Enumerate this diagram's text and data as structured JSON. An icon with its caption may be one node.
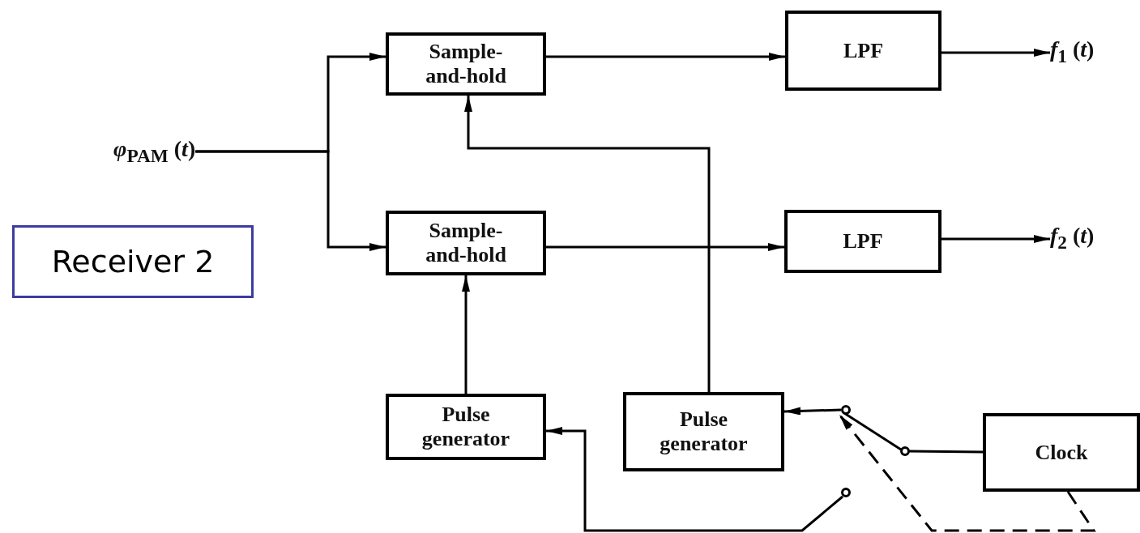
{
  "diagram": {
    "nodes": [
      {
        "text": [
          "*φ*$_{PAM}$ (*t*)"
        ]
      },
      {
        "text": [
          "Sample- and-hold"
        ]
      },
      {
        "text": [
          "LPF"
        ]
      },
      {
        "text": [
          "*f*$_{1}$ (*t*)"
        ]
      },
      {
        "text": [
          "Sample- and-hold"
        ]
      },
      {
        "text": [
          "LPF"
        ]
      },
      {
        "text": [
          "*f*$_{2}$ (*t*)"
        ]
      },
      {
        "text": [
          "Pulse generator"
        ]
      },
      {
        "text": [
          "Pulse generator"
        ]
      },
      {
        "text": [
          "Clock"
        ]
      },
      {
        "text": [
          "Receiver 2"
        ]
      },
      {
        "text": [],
        "shape": "circle"
      },
      {
        "text": [],
        "shape": "circle"
      },
      {
        "text": [],
        "shape": "circle"
      }
    ],
    "edges": [
      {
        "from": 0,
        "to": 1,
        "arrow": "to"
      },
      {
        "from": 0,
        "to": 4,
        "arrow": "to"
      },
      {
        "from": 1,
        "to": 2,
        "arrow": "to"
      },
      {
        "from": 2,
        "to": 3,
        "arrow": "to"
      },
      {
        "from": 4,
        "to": 5,
        "arrow": "to"
      },
      {
        "from": 5,
        "to": 6,
        "arrow": "to"
      },
      {
        "from": 7,
        "to": 4,
        "arrow": "to"
      },
      {
        "from": 8,
        "to": 1,
        "arrow": "to"
      },
      {
        "from": 9,
        "to": 11,
        "arrow": "none"
      },
      {
        "from": 11,
        "to": 12,
        "arrow": "none"
      },
      {
        "from": 12,
        "to": 8,
        "arrow": "to"
      },
      {
        "from": 13,
        "to": 7,
        "arrow": "to"
      },
      {
        "from": 9,
        "to": 12,
        "arrow": "to",
        "style": "dashed"
      }
    ]
  }
}
